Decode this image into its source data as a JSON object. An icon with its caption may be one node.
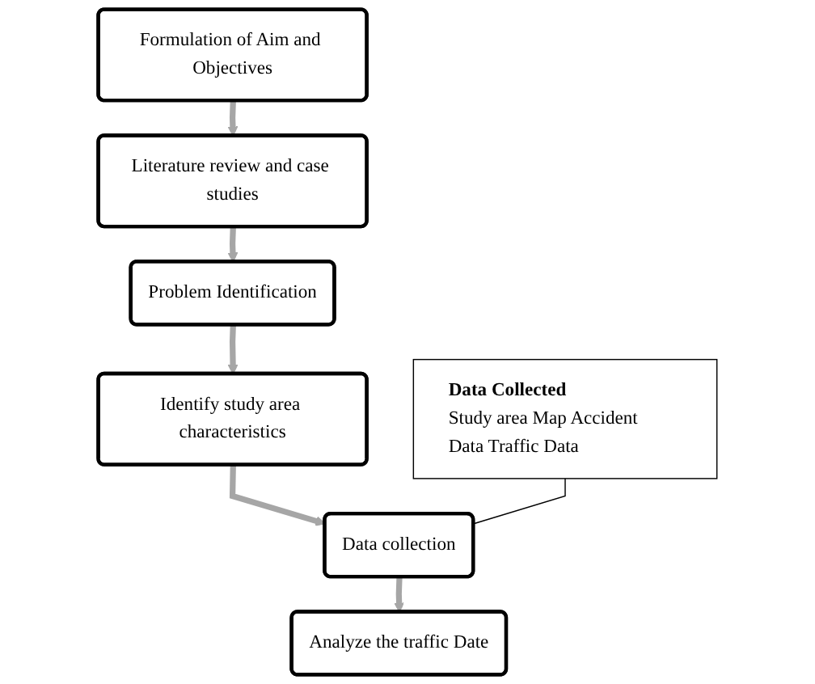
{
  "diagram": {
    "nodes": [
      {
        "text": [
          "Formulation of Aim and Objectives"
        ]
      },
      {
        "text": [
          "Literature review and case studies"
        ]
      },
      {
        "text": [
          "Problem Identification"
        ]
      },
      {
        "text": [
          "Identify study area characteristics"
        ]
      },
      {
        "text": [
          "Data collection"
        ]
      },
      {
        "text": [
          "Analyze the traffic Date"
        ]
      },
      {
        "text": [
          "Data Collected",
          "Study area Map Accident Data Traffic Data"
        ]
      }
    ],
    "edges": [
      {
        "from": 0,
        "to": 1,
        "arrow": "to"
      },
      {
        "from": 1,
        "to": 2,
        "arrow": "to"
      },
      {
        "from": 2,
        "to": 3,
        "arrow": "to"
      },
      {
        "from": 3,
        "to": 4,
        "arrow": "to"
      },
      {
        "from": 4,
        "to": 5,
        "arrow": "to"
      },
      {
        "from": 6,
        "to": 4,
        "arrow": "none",
        "color": "#000000"
      }
    ]
  }
}
